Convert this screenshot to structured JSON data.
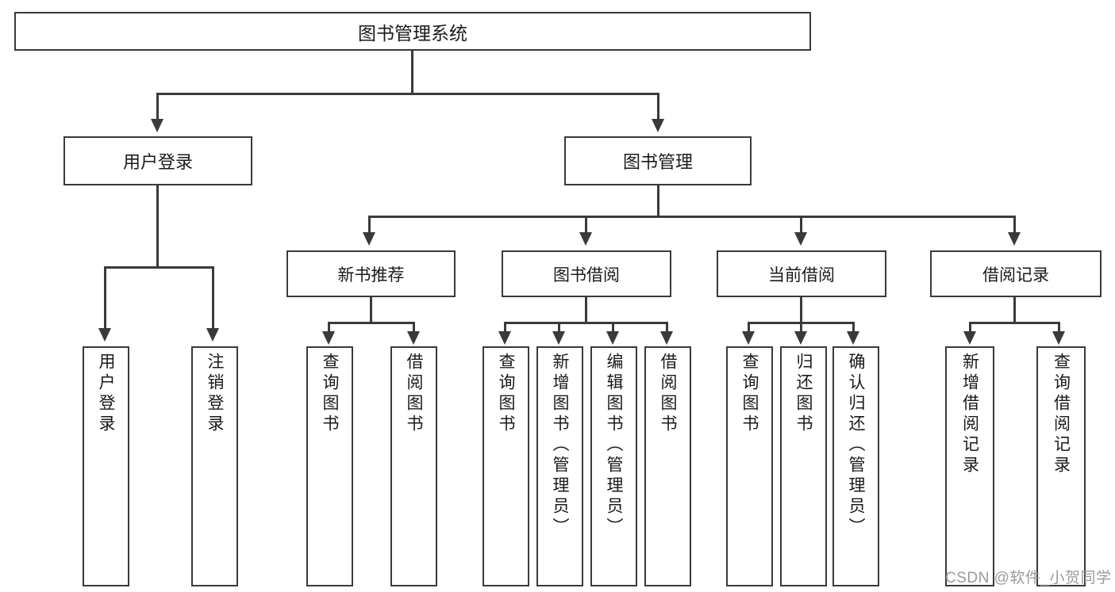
{
  "diagram": {
    "title_node": {
      "label": "图书管理系统"
    },
    "level2": [
      {
        "id": "user-login",
        "label": "用户登录"
      },
      {
        "id": "book-manage",
        "label": "图书管理"
      }
    ],
    "level3": [
      {
        "id": "new-book-recommend",
        "label": "新书推荐"
      },
      {
        "id": "book-borrow",
        "label": "图书借阅"
      },
      {
        "id": "current-borrow",
        "label": "当前借阅"
      },
      {
        "id": "borrow-record",
        "label": "借阅记录"
      }
    ],
    "leaves": [
      {
        "id": "leaf-user-login",
        "label": "用户登录"
      },
      {
        "id": "leaf-logout-login",
        "label": "注销登录"
      },
      {
        "id": "leaf-query-book-1",
        "label": "查询图书"
      },
      {
        "id": "leaf-borrow-book-1",
        "label": "借阅图书"
      },
      {
        "id": "leaf-query-book-2",
        "label": "查询图书"
      },
      {
        "id": "leaf-add-book-admin",
        "label": "新增图书（管理员）"
      },
      {
        "id": "leaf-edit-book-admin",
        "label": "编辑图书（管理员）"
      },
      {
        "id": "leaf-borrow-book-2",
        "label": "借阅图书"
      },
      {
        "id": "leaf-query-book-3",
        "label": "查询图书"
      },
      {
        "id": "leaf-return-book",
        "label": "归还图书"
      },
      {
        "id": "leaf-confirm-return",
        "label": "确认归还（管理员）"
      },
      {
        "id": "leaf-add-borrow-rec",
        "label": "新增借阅记录"
      },
      {
        "id": "leaf-query-borrow-rec",
        "label": "查询借阅记录"
      }
    ]
  },
  "watermark": {
    "text": "CSDN @软件_小贺同学"
  },
  "colors": {
    "stroke": "#3a3a3a",
    "fill": "#ffffff",
    "text": "#1a1a1a",
    "watermark": "#9a9a9a"
  }
}
